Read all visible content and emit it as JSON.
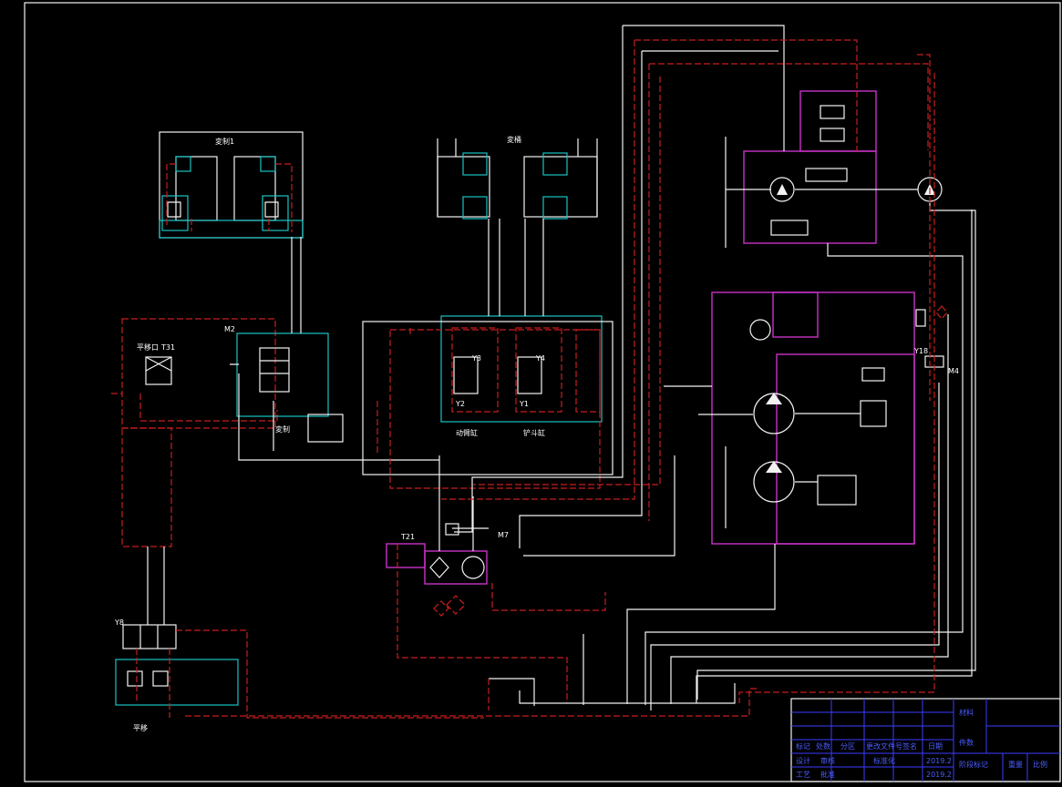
{
  "labels": {
    "steer1": "変制1",
    "steer2": "変桶",
    "flat_valve": "平移口",
    "t31": "T31",
    "m2": "M2",
    "steer_valve": "変制",
    "y3": "Y3",
    "y4": "Y4",
    "y2": "Y2",
    "y1": "Y1",
    "sub_left": "动臂缸",
    "sub_right": "铲斗缸",
    "t21": "T21",
    "m7": "M7",
    "y8": "Y8",
    "flat_label": "平移",
    "y18": "Y18",
    "m4": "M4"
  },
  "title_block": {
    "material": "材料",
    "quantity": "件数",
    "row1": [
      "标记",
      "处数",
      "分区",
      "更改文件号",
      "签名",
      "日期"
    ],
    "row2": [
      "设计",
      "审核",
      "",
      "标准化",
      "",
      "2019.2"
    ],
    "row3": [
      "工艺",
      "批准",
      "",
      "",
      "",
      "2019.2"
    ],
    "stage": "阶段标记",
    "weight": "重量",
    "scale": "比例"
  }
}
